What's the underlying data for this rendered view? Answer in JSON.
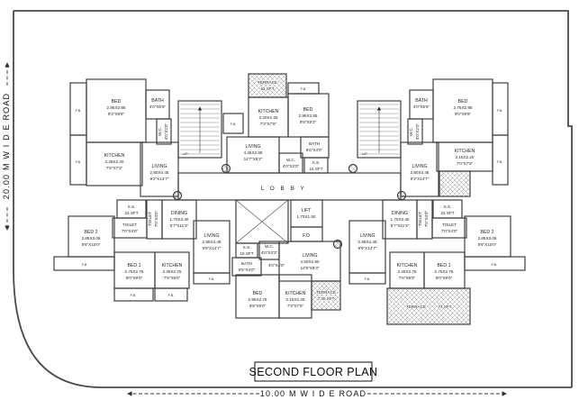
{
  "site": {
    "title": "SECOND FLOOR PLAN",
    "road_left": "20.00 M W I D E  ROAD",
    "road_bottom": "10.00 M W I D E   ROAD"
  },
  "misc": {
    "fb": "F.B.",
    "up": "UP",
    "lobby": "L O B B Y"
  },
  "flat_top_left": {
    "bed": {
      "name": "BED",
      "m": "2.85X2.95",
      "ft": "9'3\"X9'8\""
    },
    "bath": {
      "name": "BATH",
      "ft": "4'0\"X5'6\""
    },
    "wc": {
      "name": "W.C.",
      "ft": "4'0\"X2'0\""
    },
    "kitchen": {
      "name": "KITCHEN",
      "m": "2.25X2.20",
      "ft": "7'6\"X7'3\""
    },
    "living": {
      "name": "LIVING",
      "m": "2.80X4.45",
      "ft": "9'2\"X14'7\""
    }
  },
  "flat_top_center": {
    "terrace": {
      "name": "TERRACE",
      "area": "51 SFT"
    },
    "kitchen": {
      "name": "KITCHEN",
      "m": "2.20X2.25",
      "ft": "7'3\"X7'6\""
    },
    "bed": {
      "name": "BED",
      "m": "2.95X2.85",
      "ft": "9'8\"X9'3\""
    },
    "living": {
      "name": "LIVING",
      "m": "4.45X2.80",
      "ft": "14'7\"X9'2\""
    },
    "bath": {
      "name": "BATH",
      "ft": "5'6\"X4'0\""
    },
    "wc": {
      "name": "W.C.",
      "ft": "4'0\"X2'0\""
    },
    "ss": {
      "name": "S.S.",
      "area": "15 SFT"
    }
  },
  "flat_top_right": {
    "bath": {
      "name": "BATH",
      "ft": "4'0\"X5'6\""
    },
    "bed": {
      "name": "BED",
      "m": "2.75X2.95",
      "ft": "9'0\"X9'8\""
    },
    "wc": {
      "name": "W.C.",
      "ft": "4'0\"X2'0\""
    },
    "kitchen": {
      "name": "KITCHEN",
      "m": "2.15X2.20",
      "ft": "7'0\"X7'3\""
    },
    "living": {
      "name": "LIVING",
      "m": "2.80X4.45",
      "ft": "9'3\"X14'7\""
    }
  },
  "core": {
    "lift": {
      "name": "LIFT",
      "m": "1.70X1.50"
    },
    "fd": "F.D",
    "ss": {
      "name": "S.S.",
      "area": "15 SFT"
    },
    "wc": {
      "name": "W.C.",
      "ft": "4'0\"X3'3\""
    },
    "bath": {
      "name": "BATH",
      "ft": "5'5\"X4'0\""
    },
    "dim": "4'0\"X4'0\""
  },
  "flat_center": {
    "living": {
      "name": "LIVING",
      "m": "4.50X2.80",
      "ft": "14'9\"X9'3\""
    },
    "bed": {
      "name": "BED",
      "m": "2.95X2.75",
      "ft": "9'8\"X9'0\""
    },
    "kitchen": {
      "name": "KITCHEN",
      "m": "2.15X2.25",
      "ft": "7'3\"X7'6\""
    },
    "terrace": {
      "name": "TERRACE",
      "area": "7.30 SFT"
    }
  },
  "flat_bottom_left": {
    "ss": {
      "name": "S.S.",
      "area": "23 SFT"
    },
    "toilet": {
      "name": "TOILET",
      "ft": "7'0\"X4'0\""
    },
    "toilet_v": {
      "name": "TOILET",
      "ft": "7'0\"X4'0\""
    },
    "dining": {
      "name": "DINING",
      "m": "1.70X3.40",
      "ft": "5'7\"X11'3\""
    },
    "bed2": {
      "name": "BED 2",
      "m": "2.85X3.05",
      "ft": "9'6\"X10'0\""
    },
    "living": {
      "name": "LIVING",
      "m": "2.95X4.45",
      "ft": "9'9\"X14'7\""
    },
    "bed1": {
      "name": "BED 1",
      "m": "2.75X2.75",
      "ft": "9'0\"X9'0\""
    },
    "kitchen": {
      "name": "KITCHEN",
      "m": "2.25X2.75",
      "ft": "7'6\"X9'0\""
    }
  },
  "flat_bottom_right": {
    "dining": {
      "name": "DINING",
      "m": "1.70X3.40",
      "ft": "5'7\"X11'3\""
    },
    "toilet_v": {
      "name": "TOILET",
      "ft": "7'0\"X4'0\""
    },
    "ss": {
      "name": "S.S.",
      "area": "23 SFT"
    },
    "toilet": {
      "name": "TOILET",
      "ft": "7'0\"X4'0\""
    },
    "bed2": {
      "name": "BED 2",
      "m": "2.85X3.05",
      "ft": "9'6\"X10'0\""
    },
    "living": {
      "name": "LIVING",
      "m": "2.95X4.45",
      "ft": "9'9\"X14'7\""
    },
    "bed1": {
      "name": "BED 1",
      "m": "2.75X2.75",
      "ft": "9'0\"X9'0\""
    },
    "kitchen": {
      "name": "KITCHEN",
      "m": "2.25X2.75",
      "ft": "7'6\"X9'0\""
    },
    "terrace": {
      "name": "TERRACE",
      "area": "74 SFT"
    }
  }
}
